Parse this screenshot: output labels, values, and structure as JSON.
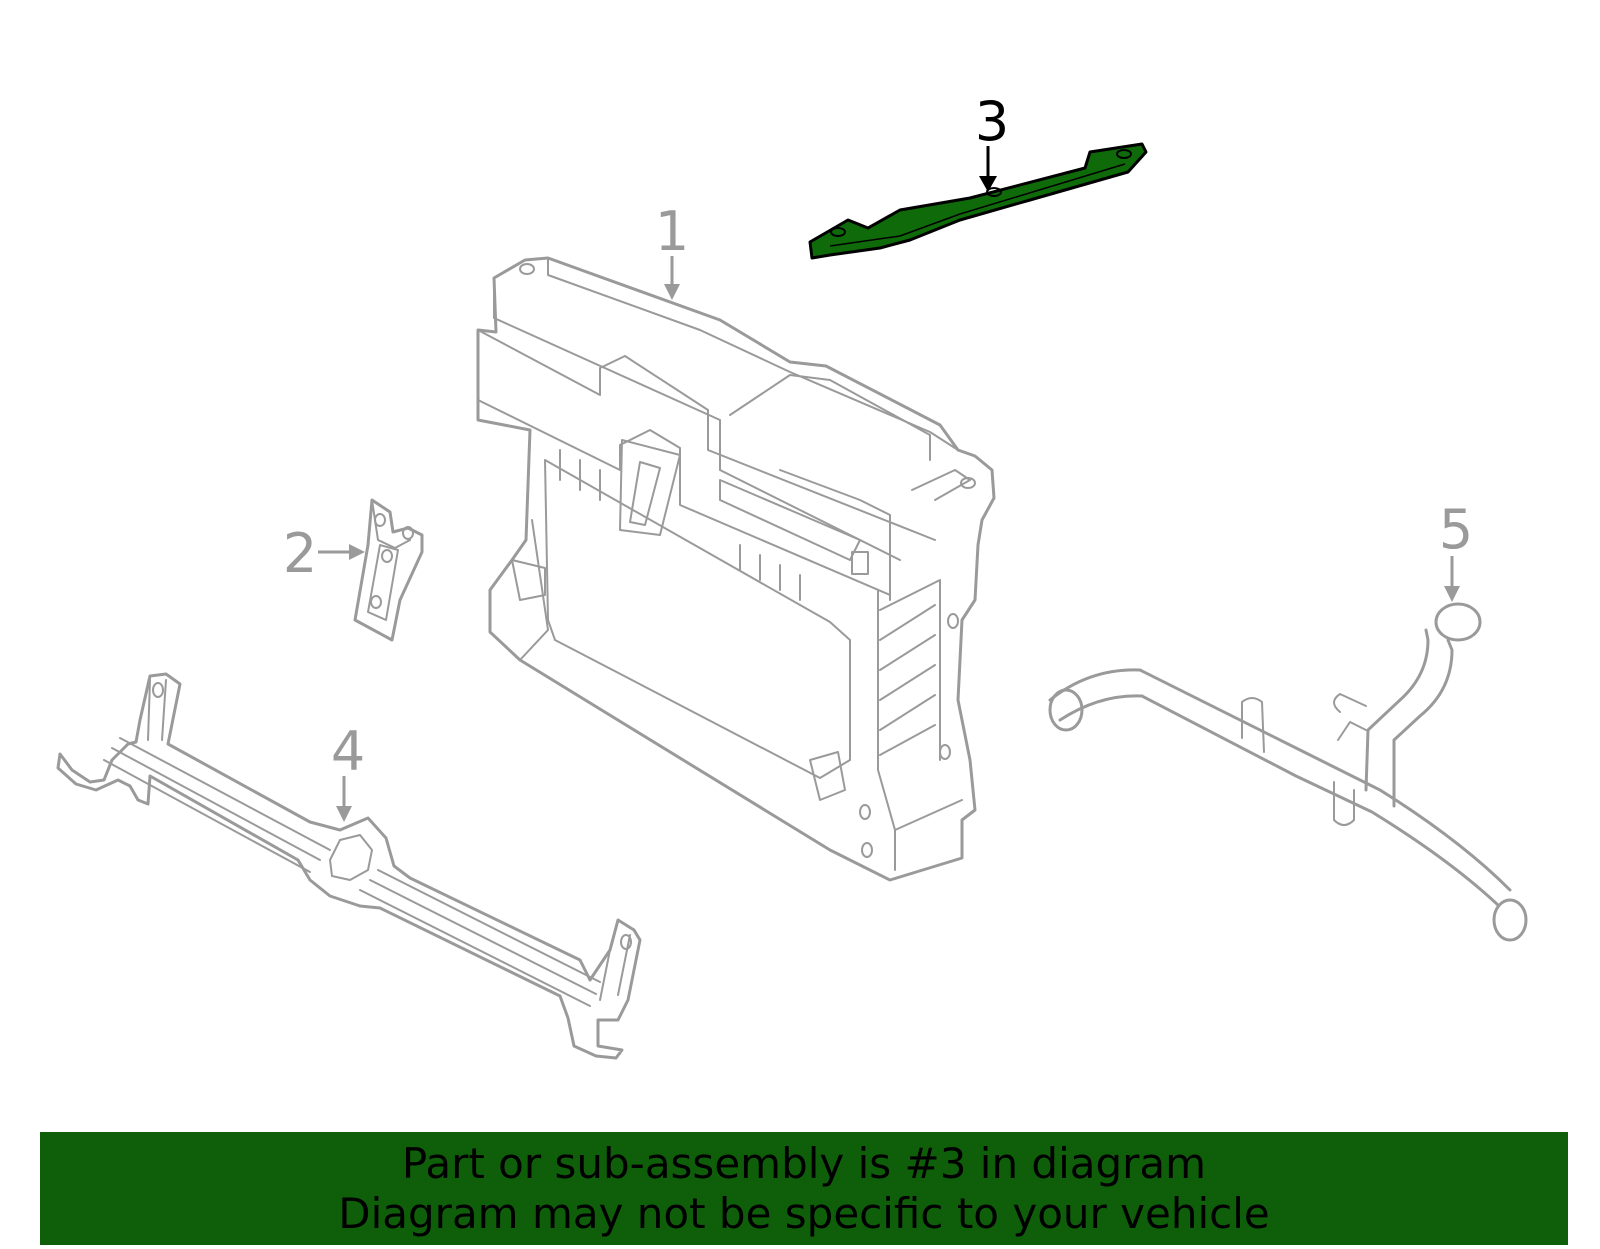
{
  "callouts": [
    {
      "id": "1",
      "label": "1"
    },
    {
      "id": "2",
      "label": "2"
    },
    {
      "id": "3",
      "label": "3",
      "highlighted": true
    },
    {
      "id": "4",
      "label": "4"
    },
    {
      "id": "5",
      "label": "5"
    }
  ],
  "colors": {
    "highlight_fill": "#0f6a0a",
    "banner_background": "#0f5f0a",
    "part_stroke": "#9a9a9a",
    "active_label": "#000000"
  },
  "banner": {
    "line1": "Part or sub-assembly is #3 in diagram",
    "line2": "Diagram may not be specific to your vehicle"
  }
}
